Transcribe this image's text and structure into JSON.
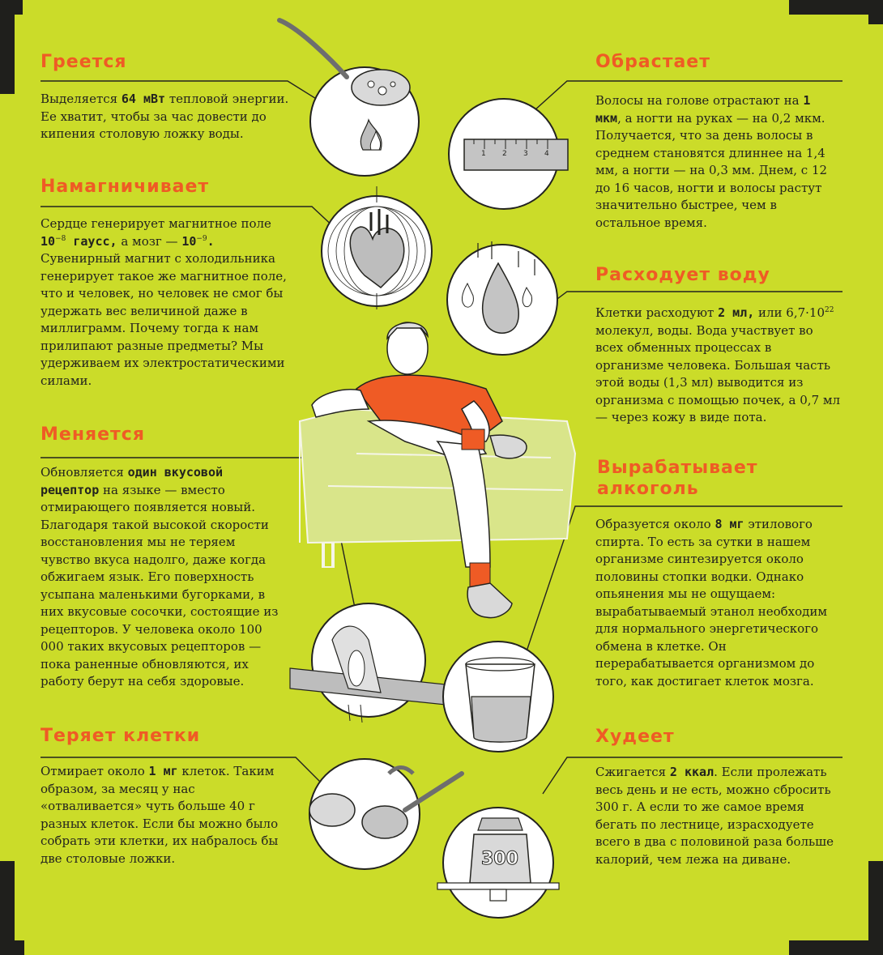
{
  "colors": {
    "background": "#cbdc29",
    "accent": "#ef5b25",
    "ink": "#23231f",
    "corner": "#1f1f1c"
  },
  "icons": [
    "spoon-icon",
    "flame-icon",
    "ruler-icon",
    "heart-icon",
    "water-drops-icon",
    "taste-bud-icon",
    "glass-icon",
    "spoons-powder-icon",
    "weight-300-icon",
    "person-on-sofa-illustration"
  ],
  "sections": {
    "heats": {
      "title": "Греется",
      "p1": "Выделяется ",
      "b1": "64 мВт",
      "p2": " тепловой энергии. Ее хватит, чтобы за час довести до кипения столовую ложку воды."
    },
    "magnetizes": {
      "title": "Намагничивает",
      "p1": "Сердце генерирует магнитное поле ",
      "b1": "10",
      "sup1": "−8",
      "b2": " гаусс,",
      "p2": " а мозг — ",
      "b3": "10",
      "sup2": "−9",
      "b4": ".",
      "p3": " Сувенирный магнит с холодильника генерирует такое же магнитное поле, что и человек, но человек не смог бы удержать вес величиной даже в миллиграмм. Почему тогда к нам прилипают разные предметы? Мы удерживаем их электростатическими силами."
    },
    "changes": {
      "title": "Меняется",
      "p1": "Обновляется ",
      "b1": "один вкусовой рецептор",
      "p2": " на языке — вместо отмирающего появляется новый. Благодаря такой высокой скорости восстановления мы не теряем чувство вкуса надолго, даже когда обжигаем язык. Его поверхность усыпана маленькими бугорками, в них вкусовые сосочки, состоящие из рецепторов. У человека около 100 000 таких вкусовых рецепторов — пока раненные обновляются, их работу берут на себя здоровые."
    },
    "loses_cells": {
      "title": "Теряет клетки",
      "p1": "Отмирает около ",
      "b1": "1 мг",
      "p2": " клеток. Таким образом, за месяц у нас «отваливается» чуть больше 40 г разных клеток. Если бы можно было собрать эти клетки, их набралось бы две столовые ложки."
    },
    "grows": {
      "title": "Обрастает",
      "p1": "Волосы на голове отрастают на ",
      "b1": "1 мкм",
      "p2": ", а ногти на руках — на 0,2 мкм. Получается, что за день волосы в среднем становятся длиннее на 1,4 мм, а ногти — на 0,3 мм. Днем, с 12 до 16 часов, ногти и волосы растут значительно быстрее, чем в остальное время."
    },
    "water": {
      "title": "Расходует воду",
      "p1": "Клетки расходуют ",
      "b1": "2 мл,",
      "p2": " или 6,7·10",
      "sup1": "22",
      "p3": " молекул, воды. Вода участвует во всех обменных процессах в организме человека. Большая часть этой воды (1,3 мл) выводится из организма с помощью почек, а 0,7 мл — через кожу в виде пота."
    },
    "alcohol": {
      "title_line1": "Вырабатывает",
      "title_line2": "алкоголь",
      "p1": "Образуется около ",
      "b1": "8 мг",
      "p2": " этилового спирта. То есть за сутки в нашем организме синтезируется около половины стопки водки. Однако опьянения мы не ощущаем: вырабатываемый этанол необходим для нормального энергетического обмена в клетке. Он перерабатывается организмом до того, как достигает клеток мозга."
    },
    "slims": {
      "title": "Худеет",
      "p1": "Сжигается ",
      "b1": "2 ккал",
      "p2": ". Если пролежать весь день и не есть, можно сбросить 300 г.  А если то же самое время бегать по лестнице, израсходуете всего в два с половиной раза больше калорий, чем лежа на диване."
    }
  },
  "ruler": {
    "ticks": [
      "1",
      "2",
      "3",
      "4"
    ]
  },
  "weight": {
    "label": "300"
  }
}
